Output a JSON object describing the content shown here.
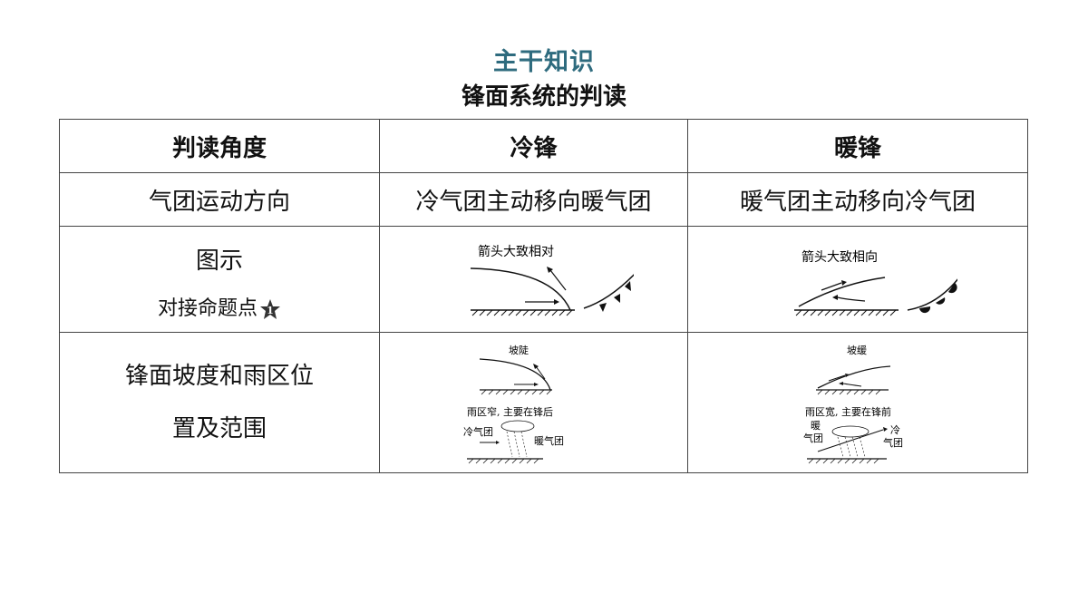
{
  "title": "主干知识",
  "subtitle": "锋面系统的判读",
  "table": {
    "headers": [
      "判读角度",
      "冷锋",
      "暖锋"
    ],
    "rows": [
      {
        "aspect": "气团运动方向",
        "cold": "冷气团主动移向暖气团",
        "warm": "暖气团主动移向冷气团"
      },
      {
        "aspect_line1": "图示",
        "aspect_line2": "对接命题点",
        "badge_number": "1",
        "cold_fig_label": "箭头大致相对",
        "warm_fig_label": "箭头大致相向"
      },
      {
        "aspect_line1": "锋面坡度和雨区位",
        "aspect_line2": "置及范围",
        "cold_slope": "坡陡",
        "cold_rain": "雨区窄, 主要在锋后",
        "cold_air_left": "冷气团",
        "cold_air_right": "暖气团",
        "warm_slope": "坡缓",
        "warm_rain": "雨区宽, 主要在锋前",
        "warm_air_left_1": "暖",
        "warm_air_left_2": "气团",
        "warm_air_right_1": "冷",
        "warm_air_right_2": "气团"
      }
    ]
  },
  "colors": {
    "title": "#2e6b7e",
    "border": "#444444"
  }
}
